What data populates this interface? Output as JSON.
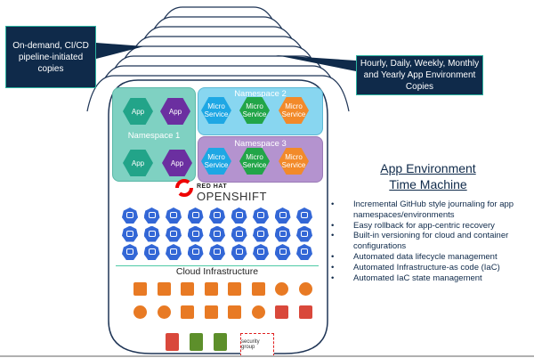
{
  "callouts": {
    "left": "On-demand, CI/CD pipeline-initiated copies",
    "right": "Hourly, Daily, Weekly, Monthly and Yearly App Environment Copies"
  },
  "stack": {
    "copies_count": 8,
    "outline_color": "#1f3556"
  },
  "namespaces": [
    {
      "label": "Namespace 1",
      "items": [
        "App",
        "App",
        "App",
        "App"
      ],
      "colors": [
        "teal",
        "purple",
        "teal",
        "purple"
      ]
    },
    {
      "label": "Namespace 2",
      "items": [
        "Micro Service",
        "Micro Service",
        "Micro Service"
      ],
      "colors": [
        "blue",
        "green",
        "orange"
      ]
    },
    {
      "label": "Namespace 3",
      "items": [
        "Micro Service",
        "Micro Service",
        "Micro Service"
      ],
      "colors": [
        "blue",
        "green",
        "orange"
      ]
    }
  ],
  "platform": {
    "vendor": "RED HAT",
    "product": "OPENSHIFT"
  },
  "k8s_resources": {
    "rows": 3,
    "per_row": 9,
    "icon": "kubernetes-resource-icon"
  },
  "infrastructure": {
    "label": "Cloud Infrastructure",
    "security_group_label": "security group",
    "icon_rows": [
      [
        "aws-ec2-instances-icon",
        "aws-storage-grid-icon",
        "aws-chart-icon",
        "aws-connector-icon",
        "aws-compute-icon",
        "aws-ecs-icon",
        "aws-router-icon",
        "aws-cloud-icon"
      ],
      [
        "aws-lock-icon",
        "aws-network-icon",
        "aws-gateway-icon",
        "aws-ip-table-icon",
        "aws-signpost-icon",
        "aws-load-balancer-icon",
        "aws-bucket-icon",
        "aws-bucket-alt-icon"
      ],
      [
        "aws-storage-icon",
        "aws-stack-icon",
        "aws-green-compute-icon"
      ]
    ]
  },
  "info": {
    "title_line1": "App Environment",
    "title_line2": "Time Machine",
    "bullets": [
      "Incremental GitHub style journaling for app namespaces/environments",
      "Easy rollback for app-centric recovery",
      "Built-in versioning for cloud and container configurations",
      "Automated data lifecycle management",
      "Automated Infrastructure-as code (IaC)",
      "Automated IaC state management"
    ]
  }
}
